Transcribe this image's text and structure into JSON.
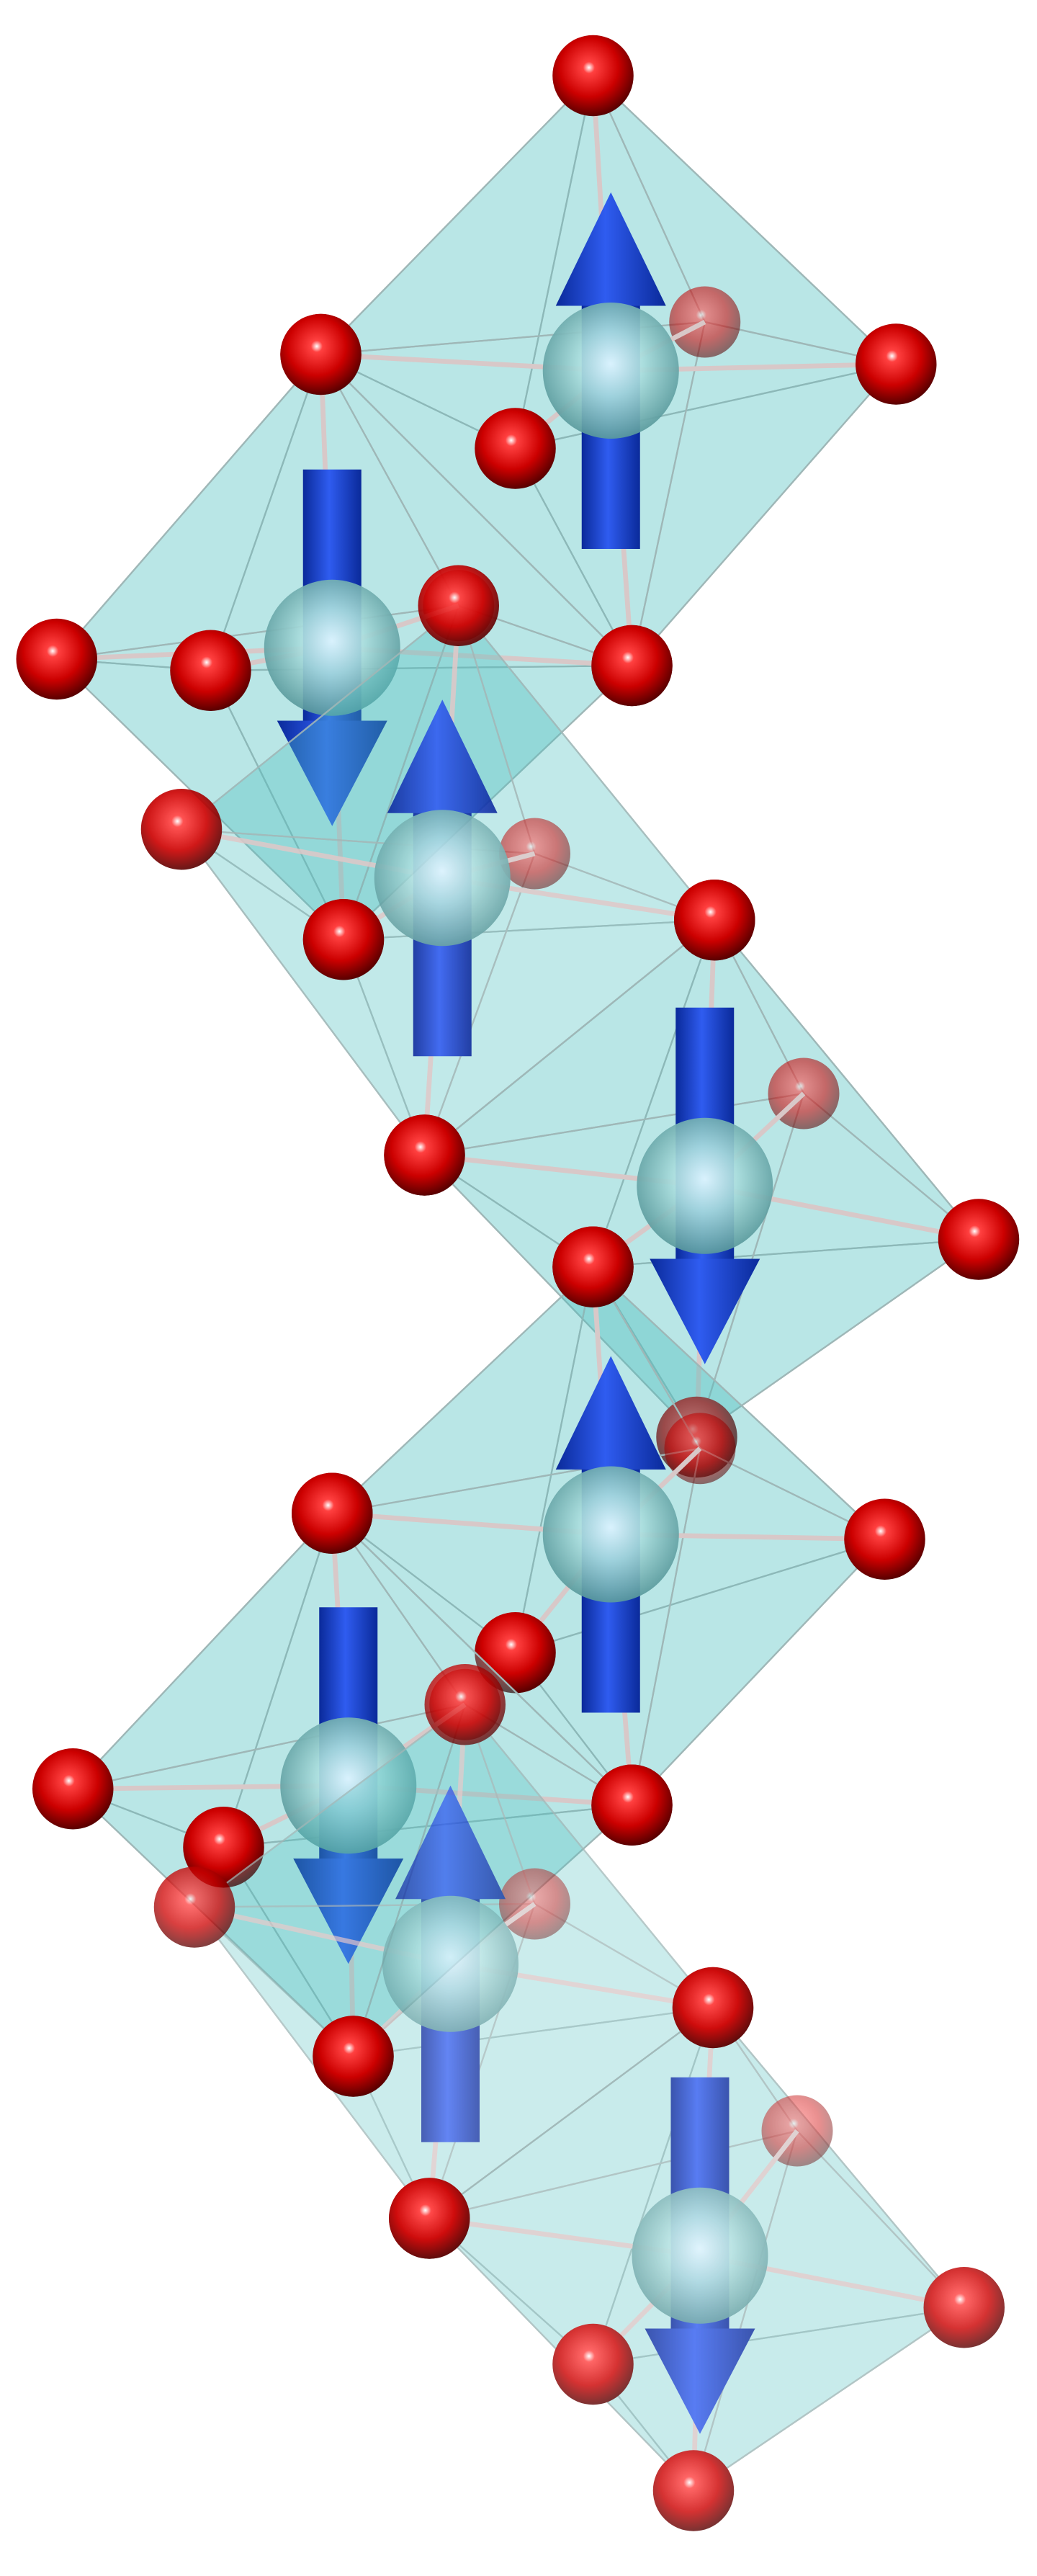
{
  "colors": {
    "background": "#ffffff",
    "octahedron_face": "#4fbdbd",
    "octahedron_edge": "#9fb7b7",
    "bond": "#d8c8c8",
    "oxygen": "#d40000",
    "metal": "#9fd6d6",
    "spin_arrow": "#1a3fd0"
  },
  "structure": {
    "octahedra": [
      {
        "spin": "up"
      },
      {
        "spin": "down"
      },
      {
        "spin": "up"
      },
      {
        "spin": "down"
      },
      {
        "spin": "up"
      },
      {
        "spin": "down"
      },
      {
        "spin": "up"
      },
      {
        "spin": "down"
      }
    ]
  }
}
